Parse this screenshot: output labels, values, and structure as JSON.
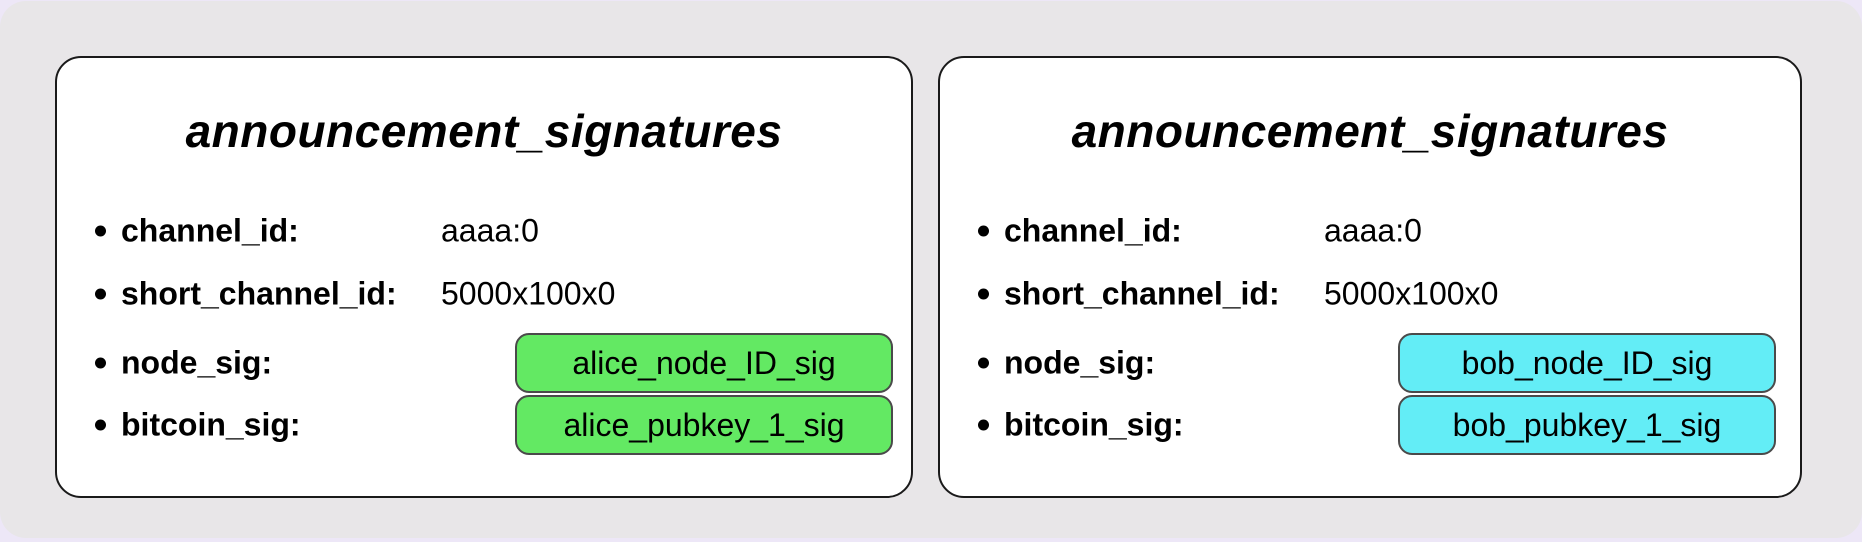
{
  "colors": {
    "page_background": "#EDE7F7",
    "stage_background": "#E8E6E8",
    "card_background": "#FFFFFF",
    "card_border": "#1A1A1A",
    "alice_badge_fill": "#63E963",
    "bob_badge_fill": "#63EDF6",
    "badge_border": "#4A4A4A",
    "text_color": "#000000"
  },
  "cards": [
    {
      "title": "announcement_signatures",
      "accent": "green",
      "fields": [
        {
          "label": "channel_id:",
          "value": "aaaa:0",
          "type": "text"
        },
        {
          "label": "short_channel_id:",
          "value": "5000x100x0",
          "type": "text"
        },
        {
          "label": "node_sig:",
          "value": "alice_node_ID_sig",
          "type": "badge"
        },
        {
          "label": "bitcoin_sig:",
          "value": "alice_pubkey_1_sig",
          "type": "badge"
        }
      ]
    },
    {
      "title": "announcement_signatures",
      "accent": "cyan",
      "fields": [
        {
          "label": "channel_id:",
          "value": "aaaa:0",
          "type": "text"
        },
        {
          "label": "short_channel_id:",
          "value": "5000x100x0",
          "type": "text"
        },
        {
          "label": "node_sig:",
          "value": "bob_node_ID_sig",
          "type": "badge"
        },
        {
          "label": "bitcoin_sig:",
          "value": "bob_pubkey_1_sig",
          "type": "badge"
        }
      ]
    }
  ]
}
